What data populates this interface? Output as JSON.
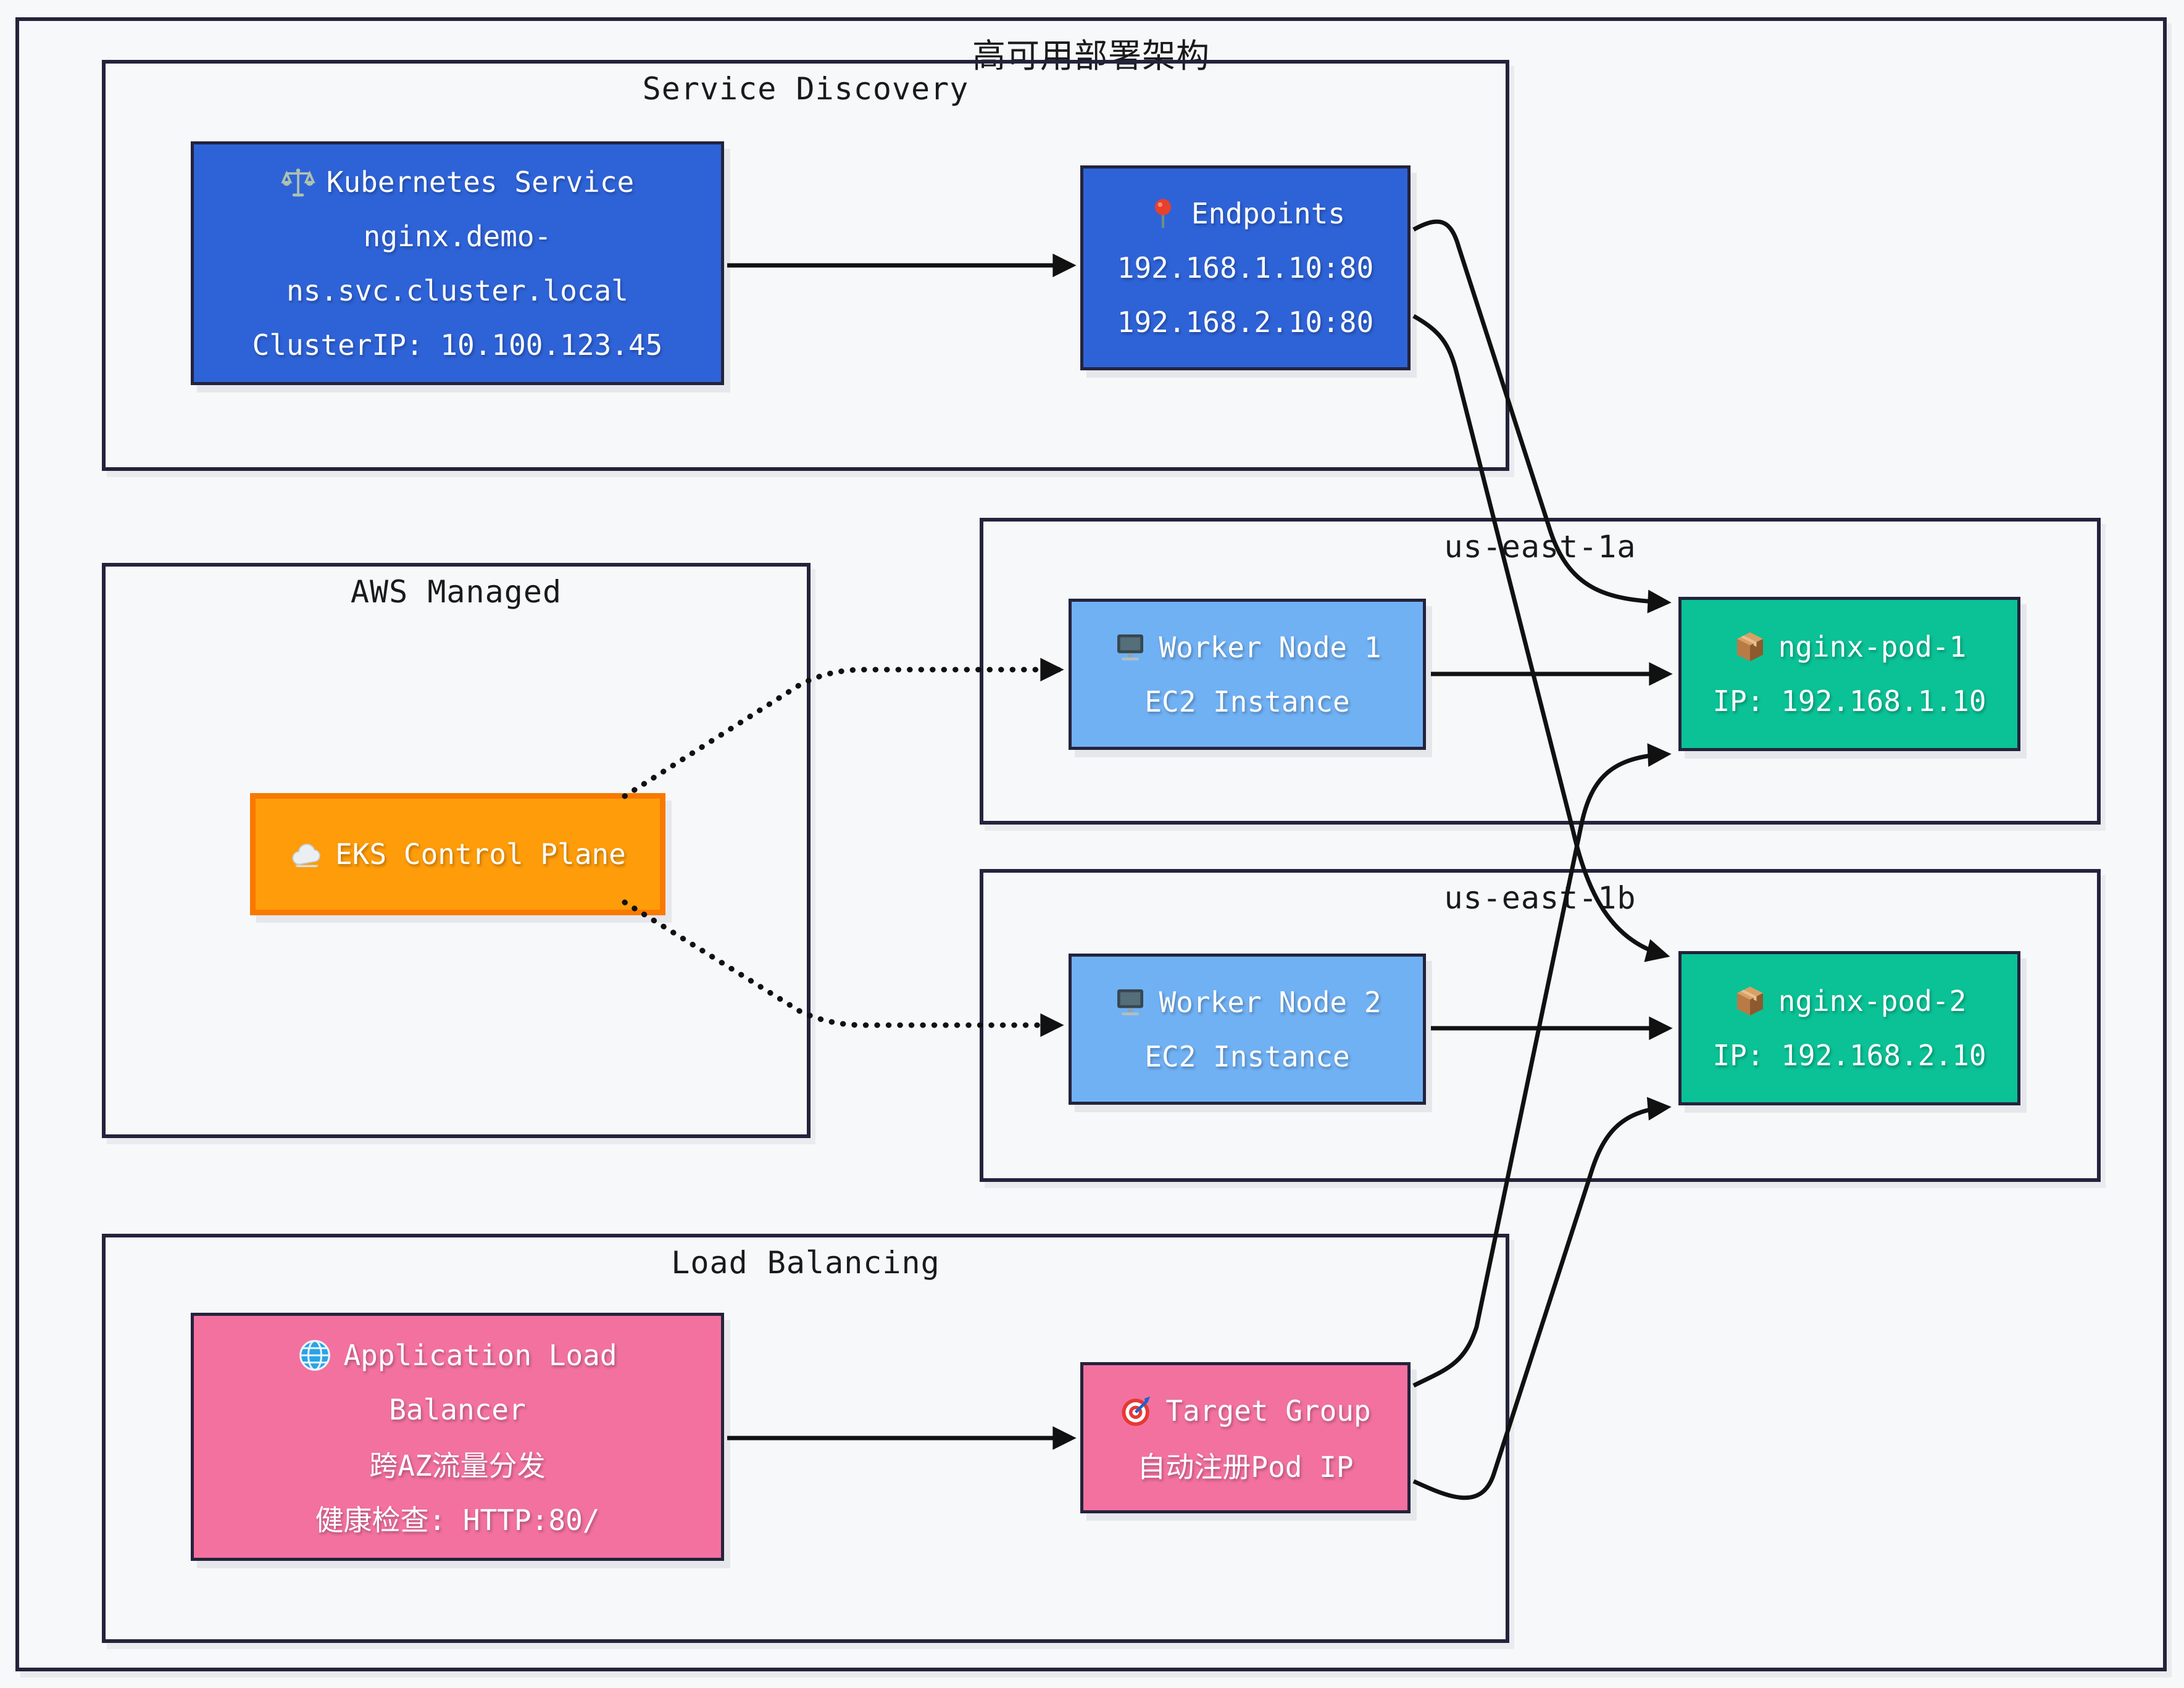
{
  "title": "高可用部署架构",
  "colors": {
    "bg": "#F7F8FA",
    "border_dark": "#23233C",
    "blue": "#2E63D8",
    "light_blue": "#70B1F4",
    "green": "#0AC296",
    "orange_fill": "#FE9C0A",
    "orange_border": "#F87900",
    "pink": "#F3719F",
    "arrow": "#111111",
    "label_text": "#1A1A1A",
    "node_text": "#FFFFFF"
  },
  "sections": {
    "service_discovery": {
      "label": "Service Discovery"
    },
    "aws_managed": {
      "label": "AWS Managed"
    },
    "us_east_1a": {
      "label": "us-east-1a"
    },
    "us_east_1b": {
      "label": "us-east-1b"
    },
    "load_balancing": {
      "label": "Load Balancing"
    }
  },
  "nodes": {
    "k8s_service": {
      "icon": "scales-icon",
      "lines": [
        "Kubernetes Service",
        "nginx.demo-",
        "ns.svc.cluster.local",
        "ClusterIP: 10.100.123.45"
      ]
    },
    "endpoints": {
      "icon": "pushpin-icon",
      "lines": [
        "Endpoints",
        "192.168.1.10:80",
        "192.168.2.10:80"
      ]
    },
    "eks_control_plane": {
      "icon": "cloud-icon",
      "lines": [
        "EKS Control Plane"
      ]
    },
    "worker_node_1": {
      "icon": "desktop-icon",
      "lines": [
        "Worker Node 1",
        "EC2 Instance"
      ]
    },
    "nginx_pod_1": {
      "icon": "package-icon",
      "lines": [
        "nginx-pod-1",
        "IP: 192.168.1.10"
      ]
    },
    "worker_node_2": {
      "icon": "desktop-icon",
      "lines": [
        "Worker Node 2",
        "EC2 Instance"
      ]
    },
    "nginx_pod_2": {
      "icon": "package-icon",
      "lines": [
        "nginx-pod-2",
        "IP: 192.168.2.10"
      ]
    },
    "alb": {
      "icon": "globe-icon",
      "lines": [
        "Application Load",
        "Balancer",
        "跨AZ流量分发",
        "健康检查: HTTP:80/"
      ]
    },
    "target_group": {
      "icon": "target-icon",
      "lines": [
        "Target Group",
        "自动注册Pod IP"
      ]
    }
  },
  "edges": [
    {
      "from": "k8s_service",
      "to": "endpoints",
      "style": "solid"
    },
    {
      "from": "endpoints",
      "to": "nginx_pod_1",
      "style": "solid"
    },
    {
      "from": "endpoints",
      "to": "nginx_pod_2",
      "style": "solid"
    },
    {
      "from": "eks_control_plane",
      "to": "worker_node_1",
      "style": "dotted"
    },
    {
      "from": "eks_control_plane",
      "to": "worker_node_2",
      "style": "dotted"
    },
    {
      "from": "worker_node_1",
      "to": "nginx_pod_1",
      "style": "solid"
    },
    {
      "from": "worker_node_2",
      "to": "nginx_pod_2",
      "style": "solid"
    },
    {
      "from": "alb",
      "to": "target_group",
      "style": "solid"
    },
    {
      "from": "target_group",
      "to": "nginx_pod_1",
      "style": "solid"
    },
    {
      "from": "target_group",
      "to": "nginx_pod_2",
      "style": "solid"
    }
  ]
}
